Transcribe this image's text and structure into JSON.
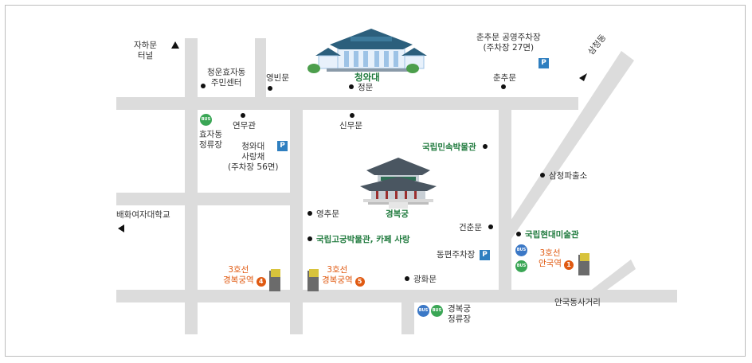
{
  "colors": {
    "road": "#dcdcdc",
    "frame": "#bdbdbd",
    "green": "#1f7a3d",
    "orange": "#e05a12",
    "parking": "#2f7fc0",
    "bus_green": "#3aa655",
    "bus_blue": "#3b78c6"
  },
  "icons": {
    "parking": "parking-icon",
    "bus": "bus-stop-icon",
    "subway": "subway-entrance-icon",
    "palace": "palace-icon"
  },
  "labels": {
    "jahamun_tunnel": "자하문\n터널",
    "cheongun_center": "청운효자동\n주민센터",
    "yeongbinmun": "영빈문",
    "cheongwadae": "청와대",
    "jeongmun": "정문",
    "chunchumun_parking": "춘추문 공영주차장\n(주차장 27면)",
    "chunchumun": "춘추문",
    "samcheongdong": "삼청동",
    "yeonmugwan": "연무관",
    "sinmumun": "신무문",
    "folk_museum": "국립민속박물관",
    "hyoja_stop": "효자동\n정류장",
    "sarangchae": "청와대\n사랑채\n(주차장 56면)",
    "samcheong_police": "삼청파출소",
    "ewha_univ": "배화여자대학교",
    "yeongchumun": "영추문",
    "gyeongbokgung": "경복궁",
    "geonchunmun": "건춘문",
    "palace_museum": "국립고궁박물관, 카페 사랑",
    "mmca": "국립현대미술관",
    "east_parking": "동편주차장",
    "anguk_station": "3호선\n안국역",
    "gbg_exit4": "3호선\n경복궁역",
    "gbg_exit5": "3호선\n경복궁역",
    "gwanghwamun": "광화문",
    "gbg_bus_stop": "경복궁\n정류장",
    "anguk_intersection": "안국동사거리"
  },
  "badges": {
    "parking": "P",
    "bus": "BUS",
    "exit4": "4",
    "exit5": "5",
    "exit1": "1"
  }
}
